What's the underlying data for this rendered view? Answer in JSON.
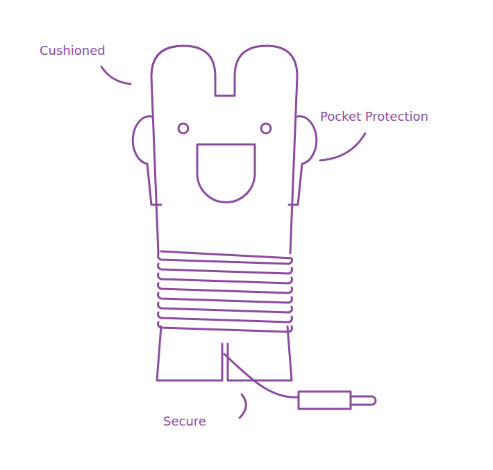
{
  "diagram": {
    "labels": [
      "Cushioned",
      "Pocket Protection",
      "Secure"
    ]
  }
}
